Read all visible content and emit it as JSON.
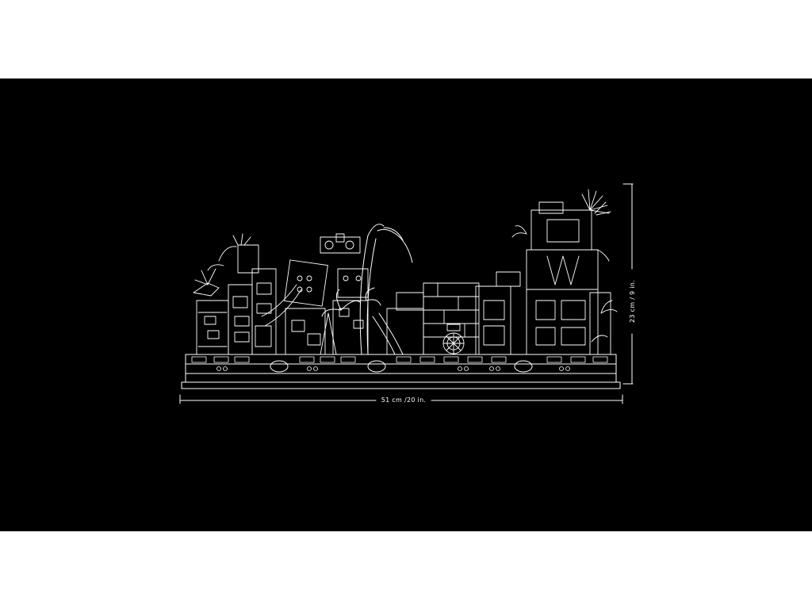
{
  "dimensions": {
    "width_label": "51 cm /20 in.",
    "height_label": "23 cm / 9 in."
  },
  "colors": {
    "background": "#000000",
    "line": "#ffffff",
    "frame": "#ffffff"
  },
  "drawing": {
    "icon": "lego-temple-line-drawing"
  }
}
